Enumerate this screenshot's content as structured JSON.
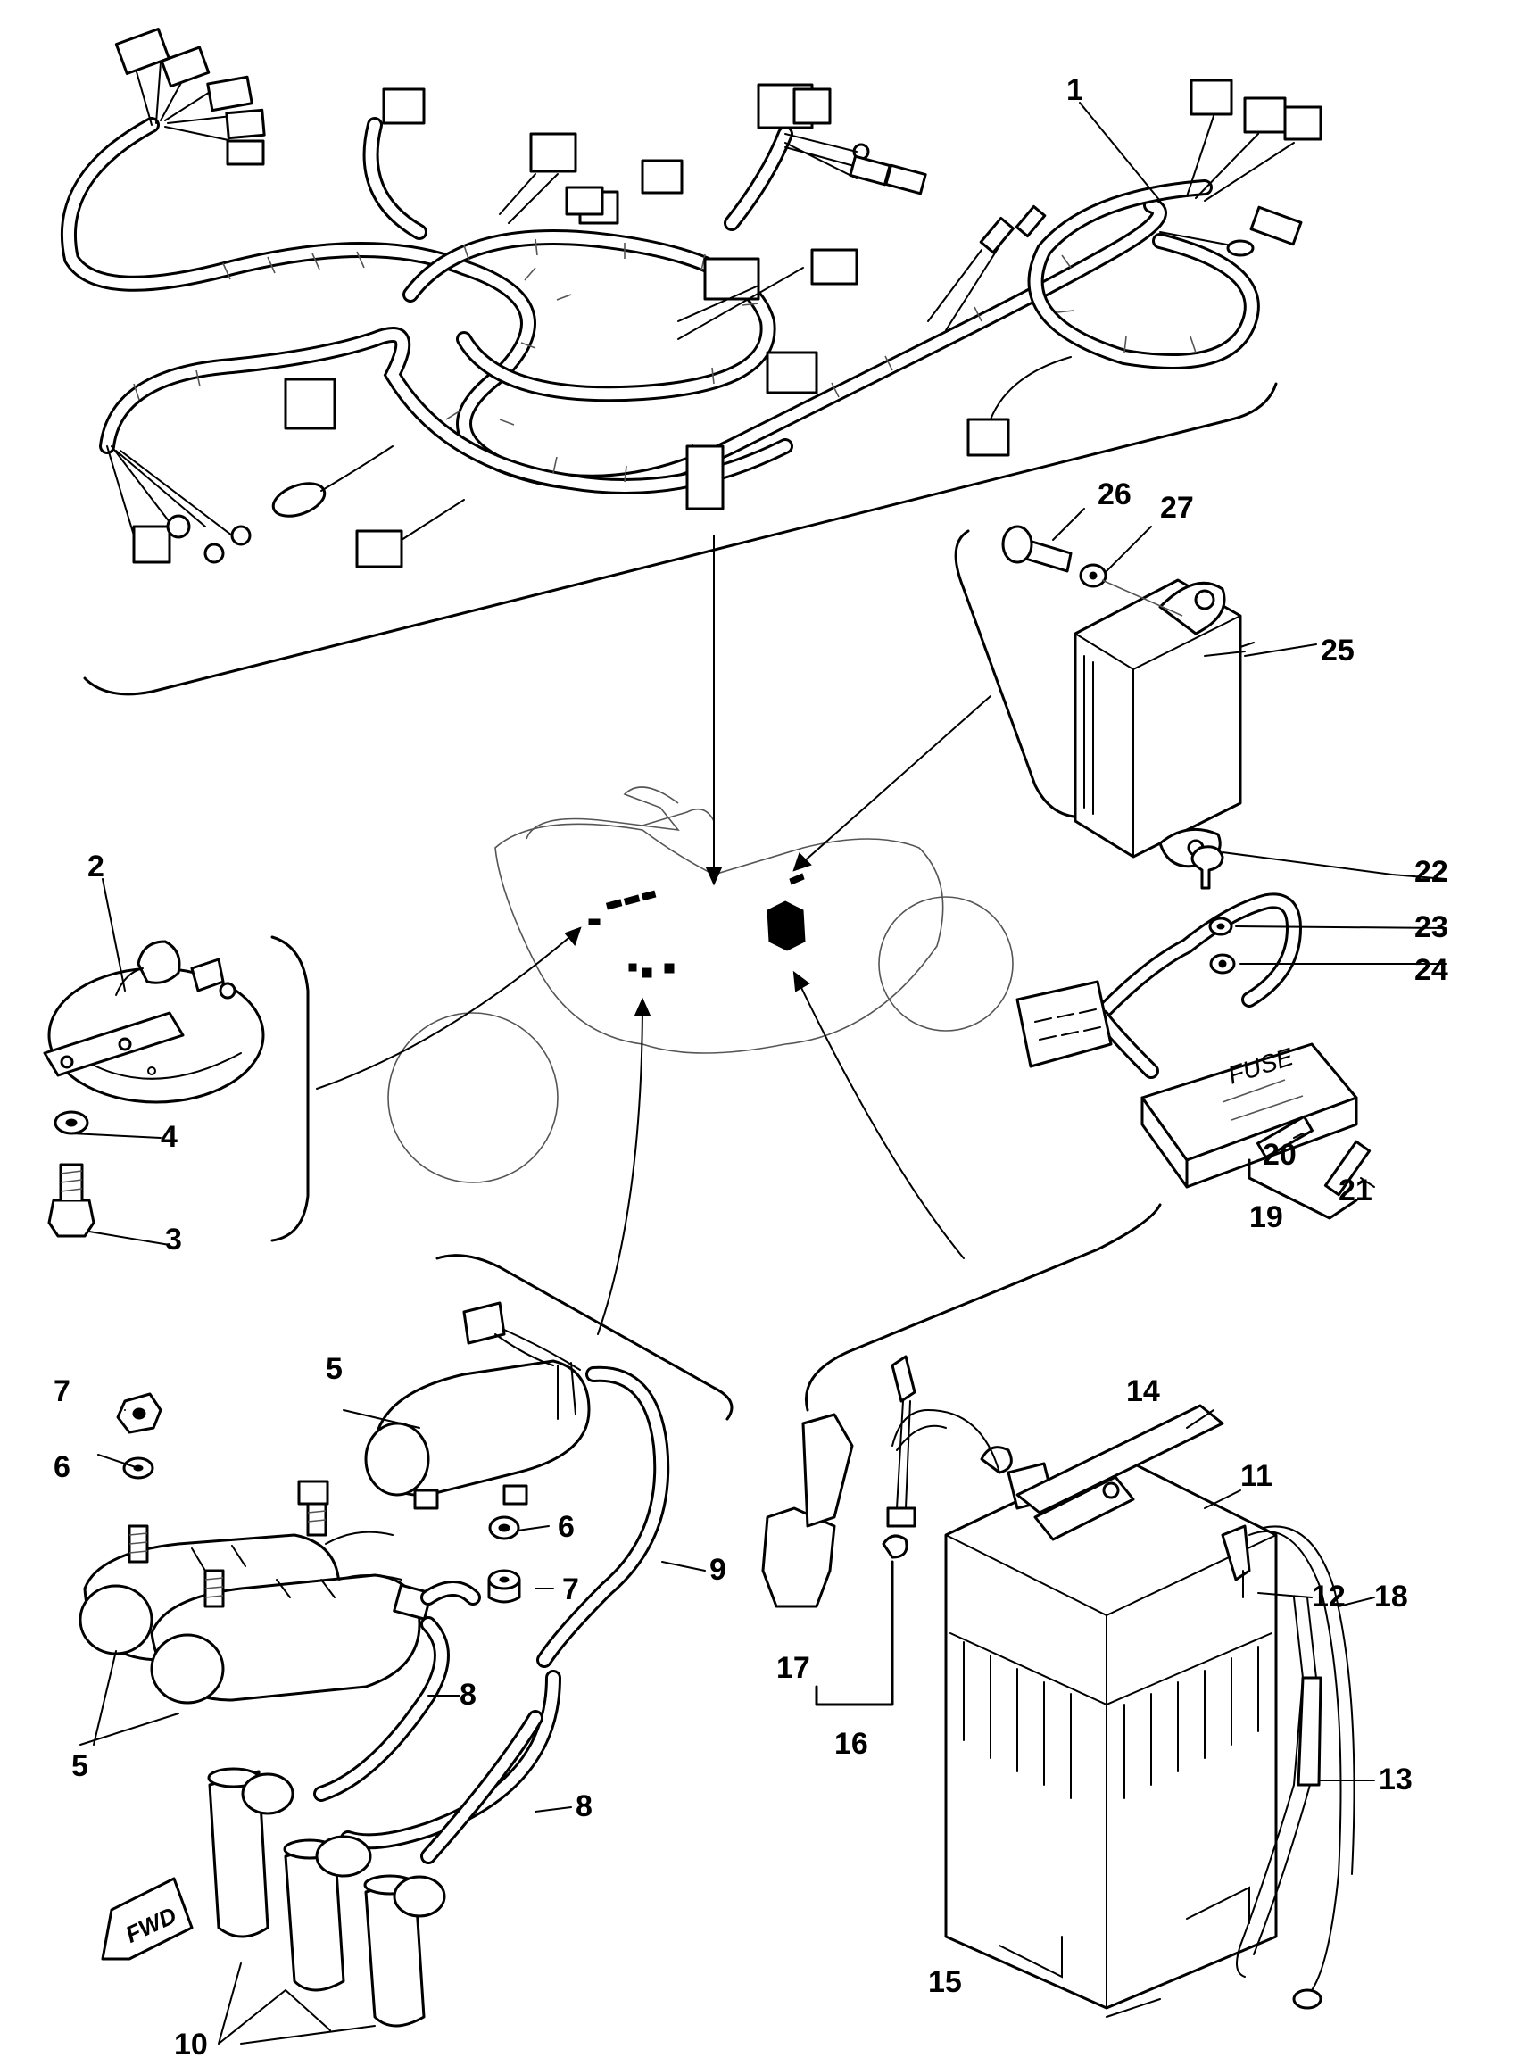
{
  "callouts": [
    {
      "id": "1",
      "text": "1"
    },
    {
      "id": "2",
      "text": "2"
    },
    {
      "id": "3",
      "text": "3"
    },
    {
      "id": "4",
      "text": "4"
    },
    {
      "id": "5a",
      "text": "5"
    },
    {
      "id": "5b",
      "text": "5"
    },
    {
      "id": "6a",
      "text": "6"
    },
    {
      "id": "6b",
      "text": "6"
    },
    {
      "id": "7a",
      "text": "7"
    },
    {
      "id": "7b",
      "text": "7"
    },
    {
      "id": "8a",
      "text": "8"
    },
    {
      "id": "8b",
      "text": "8"
    },
    {
      "id": "9",
      "text": "9"
    },
    {
      "id": "10",
      "text": "10"
    },
    {
      "id": "11",
      "text": "11"
    },
    {
      "id": "12",
      "text": "12"
    },
    {
      "id": "13",
      "text": "13"
    },
    {
      "id": "14",
      "text": "14"
    },
    {
      "id": "15",
      "text": "15"
    },
    {
      "id": "16",
      "text": "16"
    },
    {
      "id": "17",
      "text": "17"
    },
    {
      "id": "18",
      "text": "18"
    },
    {
      "id": "19",
      "text": "19"
    },
    {
      "id": "20",
      "text": "20"
    },
    {
      "id": "21",
      "text": "21"
    },
    {
      "id": "22",
      "text": "22"
    },
    {
      "id": "23",
      "text": "23"
    },
    {
      "id": "24",
      "text": "24"
    },
    {
      "id": "25",
      "text": "25"
    },
    {
      "id": "26",
      "text": "26"
    },
    {
      "id": "27",
      "text": "27"
    }
  ],
  "fuse_box_text": "FUSE",
  "fwd_arrow_text": "FWD"
}
